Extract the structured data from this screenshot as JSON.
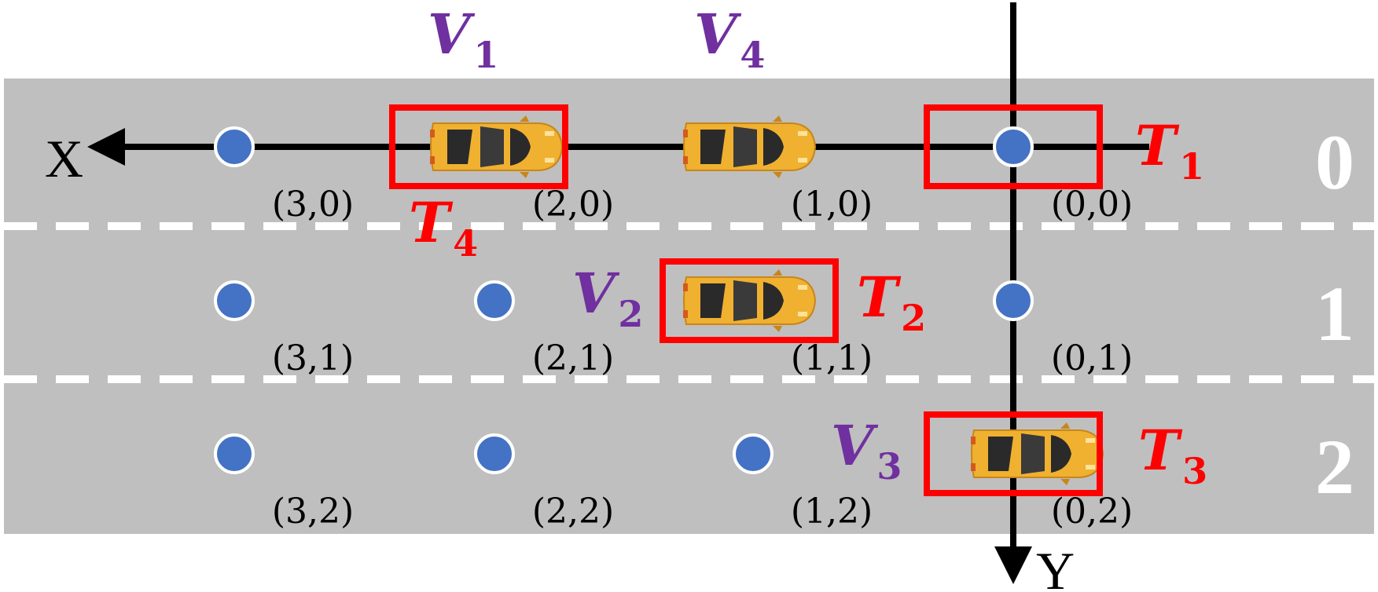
{
  "axes": {
    "x_label": "X",
    "y_label": "Y"
  },
  "lanes": [
    "0",
    "1",
    "2"
  ],
  "grid_points": [
    {
      "x": 3,
      "y": 0,
      "label": "(3,0)",
      "dot": true
    },
    {
      "x": 2,
      "y": 0,
      "label": "(2,0)",
      "dot": false
    },
    {
      "x": 1,
      "y": 0,
      "label": "(1,0)",
      "dot": false
    },
    {
      "x": 0,
      "y": 0,
      "label": "(0,0)",
      "dot": true
    },
    {
      "x": 3,
      "y": 1,
      "label": "(3,1)",
      "dot": true
    },
    {
      "x": 2,
      "y": 1,
      "label": "(2,1)",
      "dot": true
    },
    {
      "x": 1,
      "y": 1,
      "label": "(1,1)",
      "dot": false
    },
    {
      "x": 0,
      "y": 1,
      "label": "(0,1)",
      "dot": true
    },
    {
      "x": 3,
      "y": 2,
      "label": "(3,2)",
      "dot": true
    },
    {
      "x": 2,
      "y": 2,
      "label": "(2,2)",
      "dot": true
    },
    {
      "x": 1,
      "y": 2,
      "label": "(1,2)",
      "dot": true
    },
    {
      "x": 0,
      "y": 2,
      "label": "(0,2)",
      "dot": false
    }
  ],
  "vehicles": [
    {
      "name": "V",
      "sub": "1",
      "x": 2,
      "y": 0
    },
    {
      "name": "V",
      "sub": "4",
      "x": 1,
      "y": 0
    },
    {
      "name": "V",
      "sub": "2",
      "x": 1,
      "y": 1
    },
    {
      "name": "V",
      "sub": "3",
      "x": 0,
      "y": 2
    }
  ],
  "targets": [
    {
      "name": "T",
      "sub": "1",
      "x": 0,
      "y": 0
    },
    {
      "name": "T",
      "sub": "4",
      "x": 2,
      "y": 0
    },
    {
      "name": "T",
      "sub": "2",
      "x": 1,
      "y": 1
    },
    {
      "name": "T",
      "sub": "3",
      "x": 0,
      "y": 2
    }
  ],
  "colors": {
    "road": "#bfbfbf",
    "lane_divider": "#ffffff",
    "dot_fill": "#4472c4",
    "dot_stroke": "#ffffff",
    "target_box": "#ff0000",
    "vehicle_label": "#7030a0",
    "target_label": "#ff0000",
    "car_body": "#f0b030",
    "car_glass": "#2a2a2a"
  }
}
